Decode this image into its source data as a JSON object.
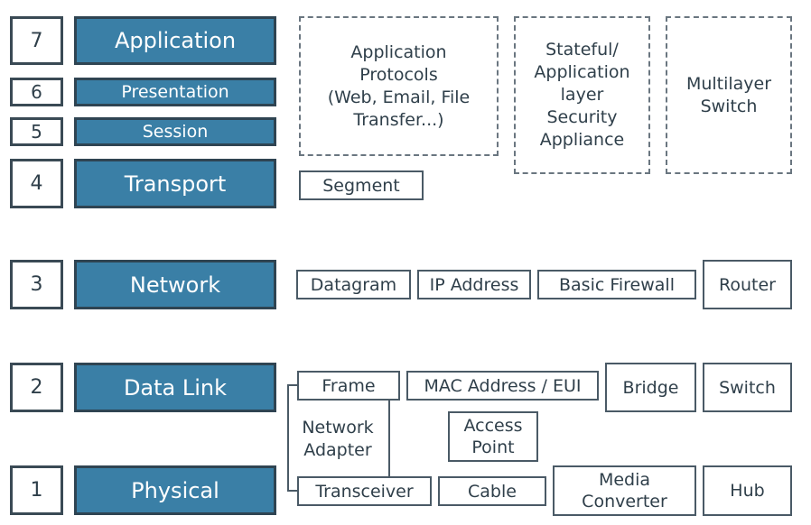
{
  "layers": [
    {
      "num": "7",
      "name": "Application"
    },
    {
      "num": "6",
      "name": "Presentation"
    },
    {
      "num": "5",
      "name": "Session"
    },
    {
      "num": "4",
      "name": "Transport"
    },
    {
      "num": "3",
      "name": "Network"
    },
    {
      "num": "2",
      "name": "Data Link"
    },
    {
      "num": "1",
      "name": "Physical"
    }
  ],
  "upper": {
    "protocols": "Application\nProtocols\n(Web, Email, File\nTransfer...)",
    "security": "Stateful/\nApplication\nlayer\nSecurity\nAppliance",
    "multilayer": "Multilayer\nSwitch"
  },
  "transport": {
    "segment": "Segment"
  },
  "network": {
    "datagram": "Datagram",
    "ip": "IP Address",
    "firewall": "Basic Firewall",
    "router": "Router"
  },
  "datalink": {
    "frame": "Frame",
    "mac": "MAC Address / EUI",
    "bridge": "Bridge",
    "switch": "Switch",
    "adapter": "Network\nAdapter",
    "ap": "Access\nPoint"
  },
  "physical": {
    "transceiver": "Transceiver",
    "cable": "Cable",
    "media": "Media\nConverter",
    "hub": "Hub"
  },
  "colors": {
    "layer_fill": "#3a7fa6",
    "border": "#3a4a55"
  }
}
